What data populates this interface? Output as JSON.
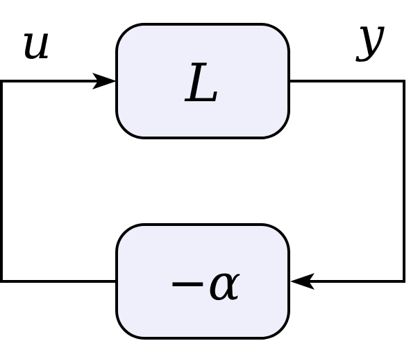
{
  "diagram": {
    "blocks": [
      {
        "id": "plant",
        "label": "L"
      },
      {
        "id": "feedback",
        "label": "−α"
      }
    ],
    "signals": {
      "input": "u",
      "output": "y"
    },
    "colors": {
      "block_fill": "#efeffb",
      "stroke": "#000000"
    }
  }
}
